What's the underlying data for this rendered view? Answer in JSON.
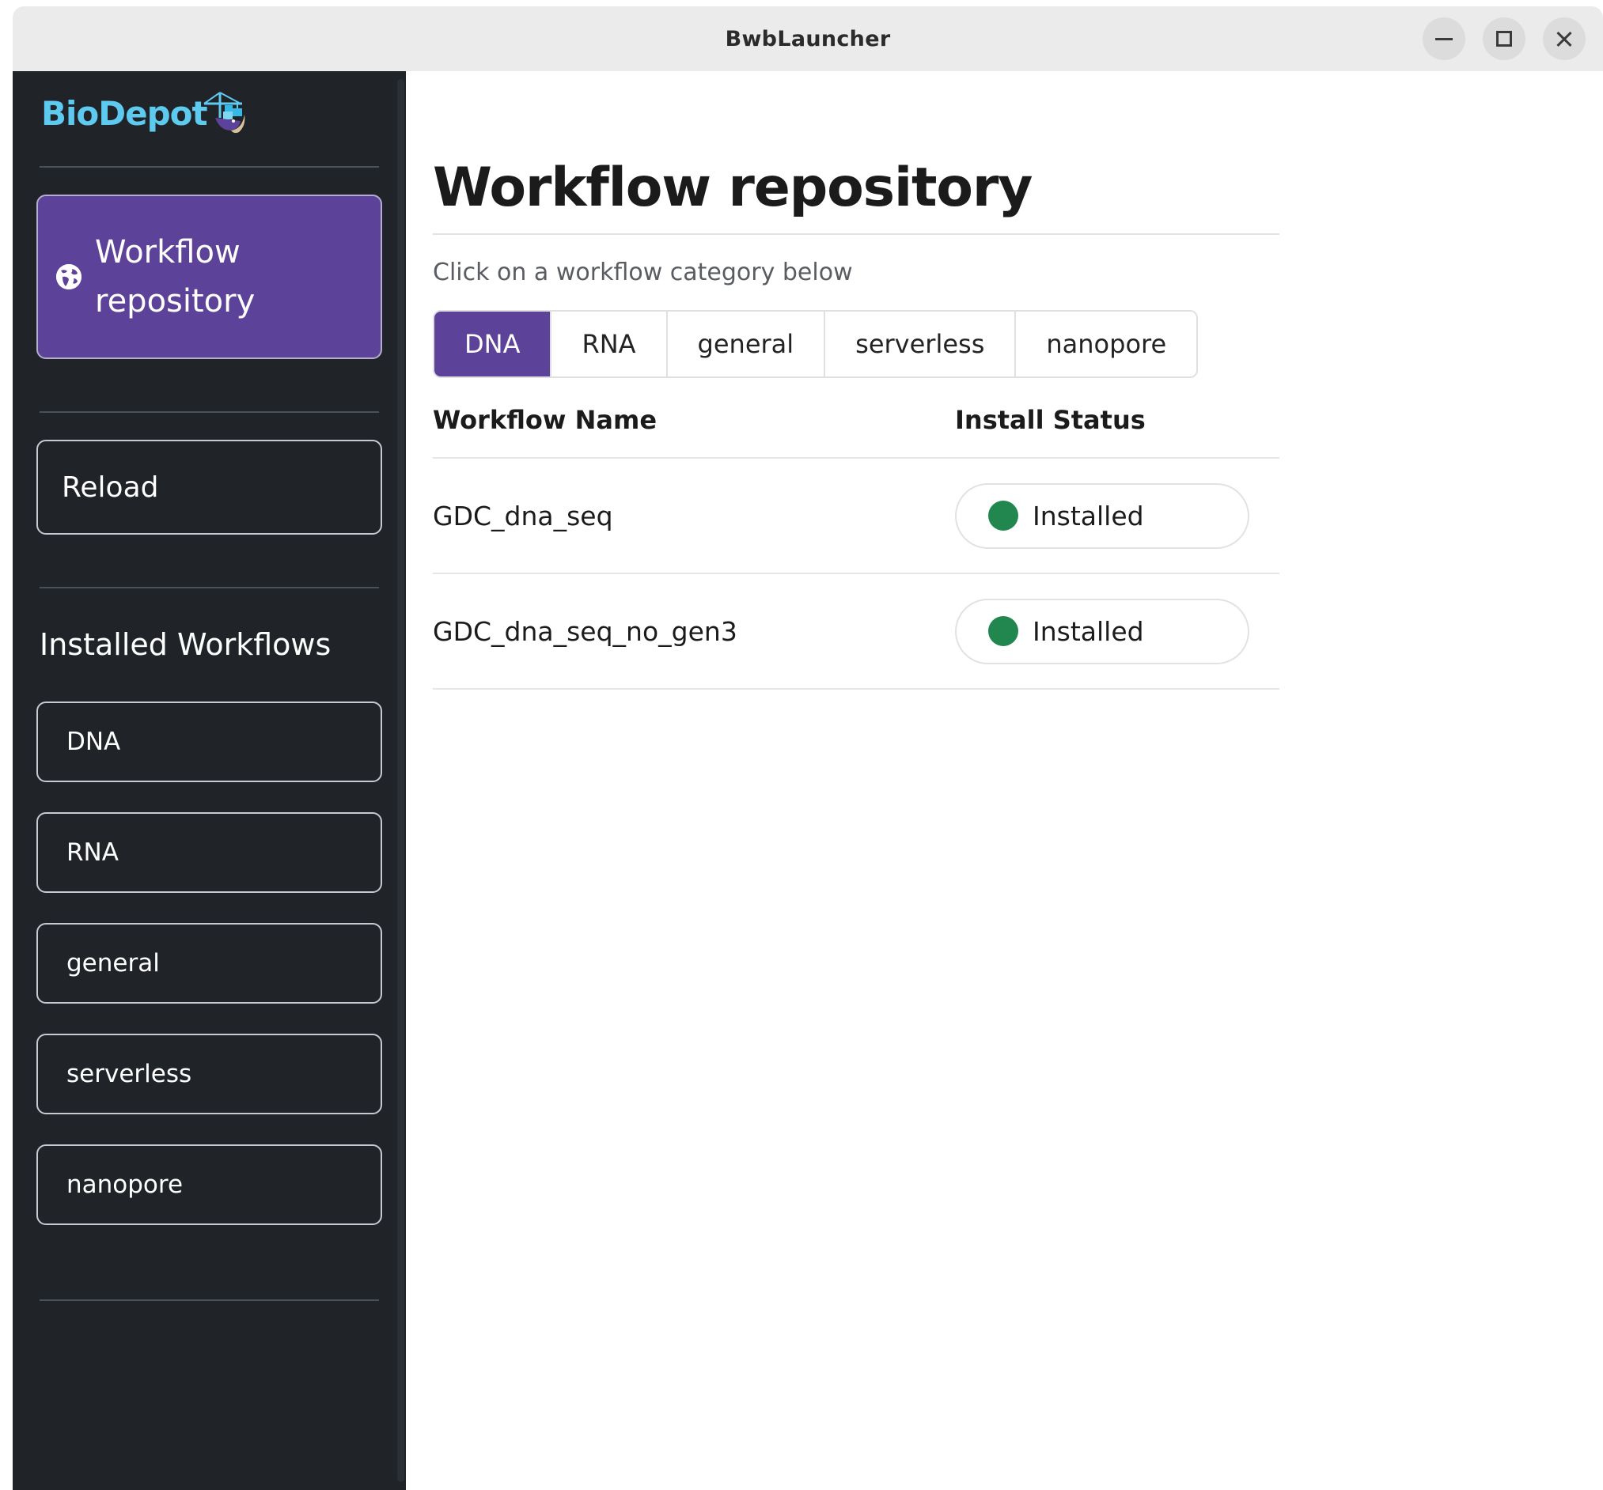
{
  "window": {
    "title": "BwbLauncher",
    "controls": {
      "minimize_label": "Minimize",
      "maximize_label": "Maximize",
      "close_label": "Close"
    }
  },
  "sidebar": {
    "brand": {
      "text": "BioDepot",
      "mark_icon": "crane-whale-logo-icon"
    },
    "primary_button": {
      "label": "Workflow repository",
      "icon": "globe-icon",
      "active": true
    },
    "reload_button": {
      "label": "Reload"
    },
    "installed_heading": "Installed Workflows",
    "installed_categories": [
      {
        "label": "DNA"
      },
      {
        "label": "RNA"
      },
      {
        "label": "general"
      },
      {
        "label": "serverless"
      },
      {
        "label": "nanopore"
      }
    ]
  },
  "main": {
    "title": "Workflow repository",
    "subtitle": "Click on a workflow category below",
    "tabs": [
      {
        "label": "DNA",
        "active": true
      },
      {
        "label": "RNA",
        "active": false
      },
      {
        "label": "general",
        "active": false
      },
      {
        "label": "serverless",
        "active": false
      },
      {
        "label": "nanopore",
        "active": false
      }
    ],
    "table": {
      "headers": {
        "name": "Workflow Name",
        "status": "Install Status"
      },
      "rows": [
        {
          "name": "GDC_dna_seq",
          "status": "Installed",
          "status_color": "#21874e"
        },
        {
          "name": "GDC_dna_seq_no_gen3",
          "status": "Installed",
          "status_color": "#21874e"
        }
      ]
    }
  },
  "colors": {
    "accent_purple": "#5c4399",
    "sidebar_bg": "#202429",
    "brand_cyan": "#5ecaf0",
    "status_green": "#21874e",
    "titlebar_bg": "#ebebeb"
  }
}
